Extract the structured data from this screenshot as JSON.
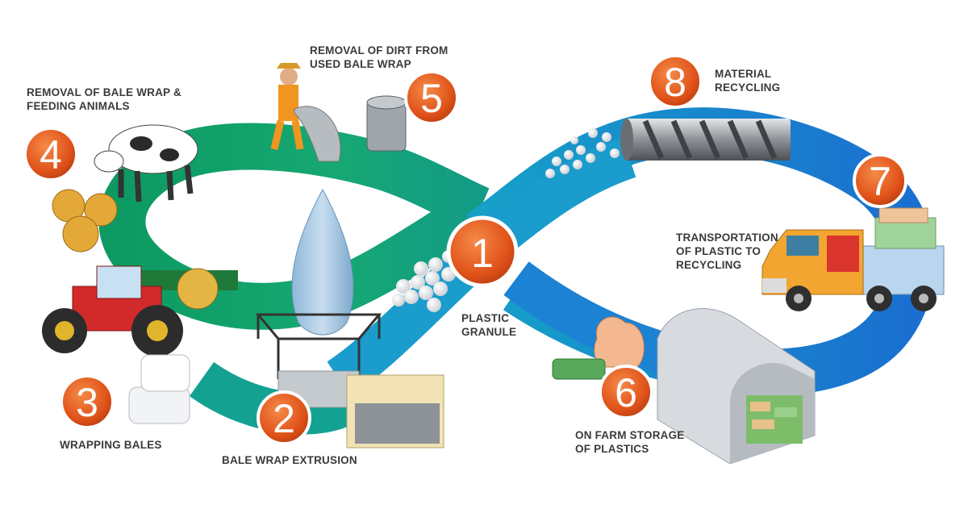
{
  "colors": {
    "green_band": "#12a06a",
    "blue_band": "#1d84d6",
    "badge": "#e35a20",
    "label_text": "#3a3a3a"
  },
  "steps": [
    {
      "number": "1",
      "label": "PLASTIC GRANULE",
      "lines": [
        "PLASTIC",
        "GRANULE"
      ],
      "icon": "granules-icon"
    },
    {
      "number": "2",
      "label": "BALE WRAP EXTRUSION",
      "lines": [
        "BALE WRAP EXTRUSION"
      ],
      "icon": "extrusion-tower-icon"
    },
    {
      "number": "3",
      "label": "WRAPPING BALES",
      "lines": [
        "WRAPPING BALES"
      ],
      "icon": "tractor-icon"
    },
    {
      "number": "4",
      "label": "REMOVAL OF BALE WRAP & FEEDING ANIMALS",
      "lines": [
        "REMOVAL OF BALE WRAP &",
        "FEEDING ANIMALS"
      ],
      "icon": "cow-icon"
    },
    {
      "number": "5",
      "label": "REMOVAL OF DIRT FROM USED BALE WRAP",
      "lines": [
        "REMOVAL OF DIRT FROM",
        "USED BALE WRAP"
      ],
      "icon": "farmer-icon"
    },
    {
      "number": "6",
      "label": "ON FARM STORAGE OF PLASTICS",
      "lines": [
        "ON FARM STORAGE",
        "OF PLASTICS"
      ],
      "icon": "storage-shed-icon"
    },
    {
      "number": "7",
      "label": "TRANSPORTATION OF PLASTIC TO RECYCLING",
      "lines": [
        "TRANSPORTATION",
        "OF PLASTIC TO",
        "RECYCLING"
      ],
      "icon": "truck-icon"
    },
    {
      "number": "8",
      "label": "MATERIAL RECYCLING",
      "lines": [
        "MATERIAL",
        "RECYCLING"
      ],
      "icon": "extruder-screw-icon"
    }
  ]
}
